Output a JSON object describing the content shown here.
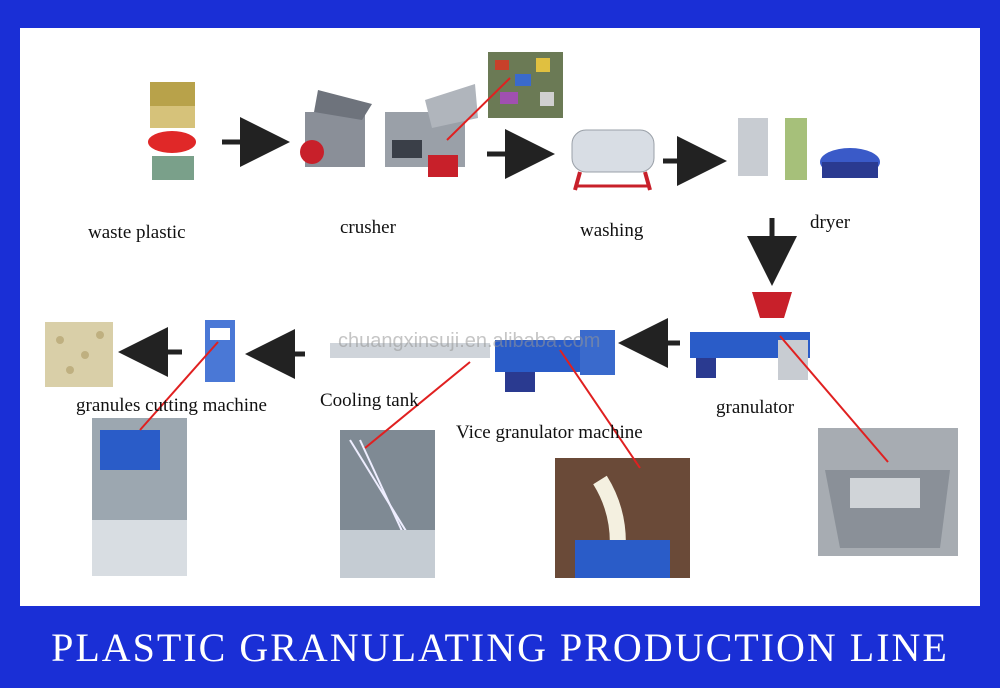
{
  "title": "PLASTIC GRANULATING PRODUCTION LINE",
  "watermark": "chuangxinsuji.en.alibaba.com",
  "stages": {
    "waste_plastic": "waste plastic",
    "crusher": "crusher",
    "washing": "washing",
    "dryer": "dryer",
    "granulator": "granulator",
    "vice_granulator": "Vice granulator machine",
    "cooling_tank": "Cooling tank",
    "granules_cutting": "granules cutting machine"
  },
  "colors": {
    "frame": "#1a2fd6",
    "panel": "#ffffff",
    "arrow": "#222222",
    "pointer": "#e02020",
    "machine_blue": "#2a5cc8",
    "machine_red": "#c8202a"
  },
  "icons": [
    "arrow-right-icon",
    "arrow-left-icon",
    "arrow-down-icon"
  ]
}
